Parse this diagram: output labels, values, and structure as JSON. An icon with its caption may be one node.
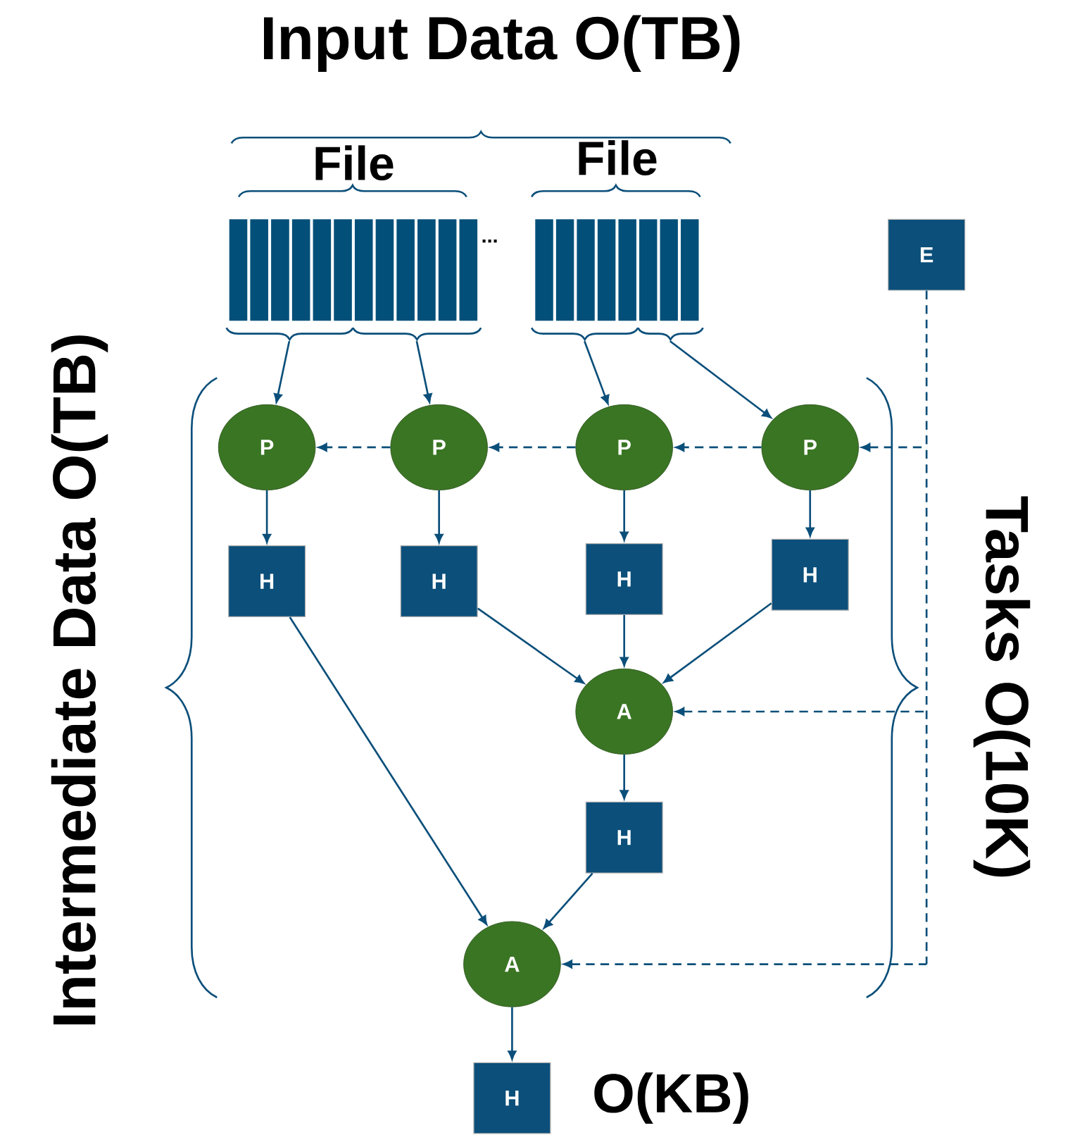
{
  "diagram": {
    "nodes": [
      {
        "text": [
          "E"
        ]
      },
      {
        "text": [],
        "shape": "brace"
      },
      {
        "text": [],
        "shape": "brace"
      },
      {
        "text": [],
        "shape": "brace"
      },
      {
        "text": [],
        "shape": "brace"
      },
      {
        "text": [
          "P"
        ]
      },
      {
        "text": [
          "P"
        ]
      },
      {
        "text": [
          "P"
        ]
      },
      {
        "text": [
          "P"
        ]
      },
      {
        "text": [
          "H"
        ]
      },
      {
        "text": [
          "H"
        ]
      },
      {
        "text": [
          "H"
        ]
      },
      {
        "text": [
          "H"
        ]
      },
      {
        "text": [
          "A"
        ]
      },
      {
        "text": [
          "H"
        ]
      },
      {
        "text": [
          "A"
        ]
      },
      {
        "text": [
          "H"
        ],
        "beside": [
          "O(KB)"
        ]
      }
    ],
    "edges": [
      {
        "from": 1,
        "to": 5,
        "arrow": "to"
      },
      {
        "from": 2,
        "to": 6,
        "arrow": "to"
      },
      {
        "from": 3,
        "to": 7,
        "arrow": "to"
      },
      {
        "from": 4,
        "to": 8,
        "arrow": "to"
      },
      {
        "from": 0,
        "to": 8,
        "arrow": "to",
        "style": "dashed"
      },
      {
        "from": 8,
        "to": 7,
        "arrow": "to",
        "style": "dashed"
      },
      {
        "from": 7,
        "to": 6,
        "arrow": "to",
        "style": "dashed"
      },
      {
        "from": 6,
        "to": 5,
        "arrow": "to",
        "style": "dashed"
      },
      {
        "from": 0,
        "to": 13,
        "arrow": "to",
        "style": "dashed"
      },
      {
        "from": 0,
        "to": 15,
        "arrow": "to",
        "style": "dashed"
      },
      {
        "from": 5,
        "to": 9,
        "arrow": "to"
      },
      {
        "from": 6,
        "to": 10,
        "arrow": "to"
      },
      {
        "from": 7,
        "to": 11,
        "arrow": "to"
      },
      {
        "from": 8,
        "to": 12,
        "arrow": "to"
      },
      {
        "from": 10,
        "to": 13,
        "arrow": "to"
      },
      {
        "from": 11,
        "to": 13,
        "arrow": "to"
      },
      {
        "from": 12,
        "to": 13,
        "arrow": "to"
      },
      {
        "from": 9,
        "to": 15,
        "arrow": "to"
      },
      {
        "from": 13,
        "to": 14,
        "arrow": "to"
      },
      {
        "from": 14,
        "to": 15,
        "arrow": "to"
      },
      {
        "from": 15,
        "to": 16,
        "arrow": "to"
      }
    ],
    "labels": [
      "Input Data O(TB)",
      "File",
      "File",
      "...",
      "Intermediate Data O(TB)",
      "Tasks O(10K)"
    ]
  }
}
